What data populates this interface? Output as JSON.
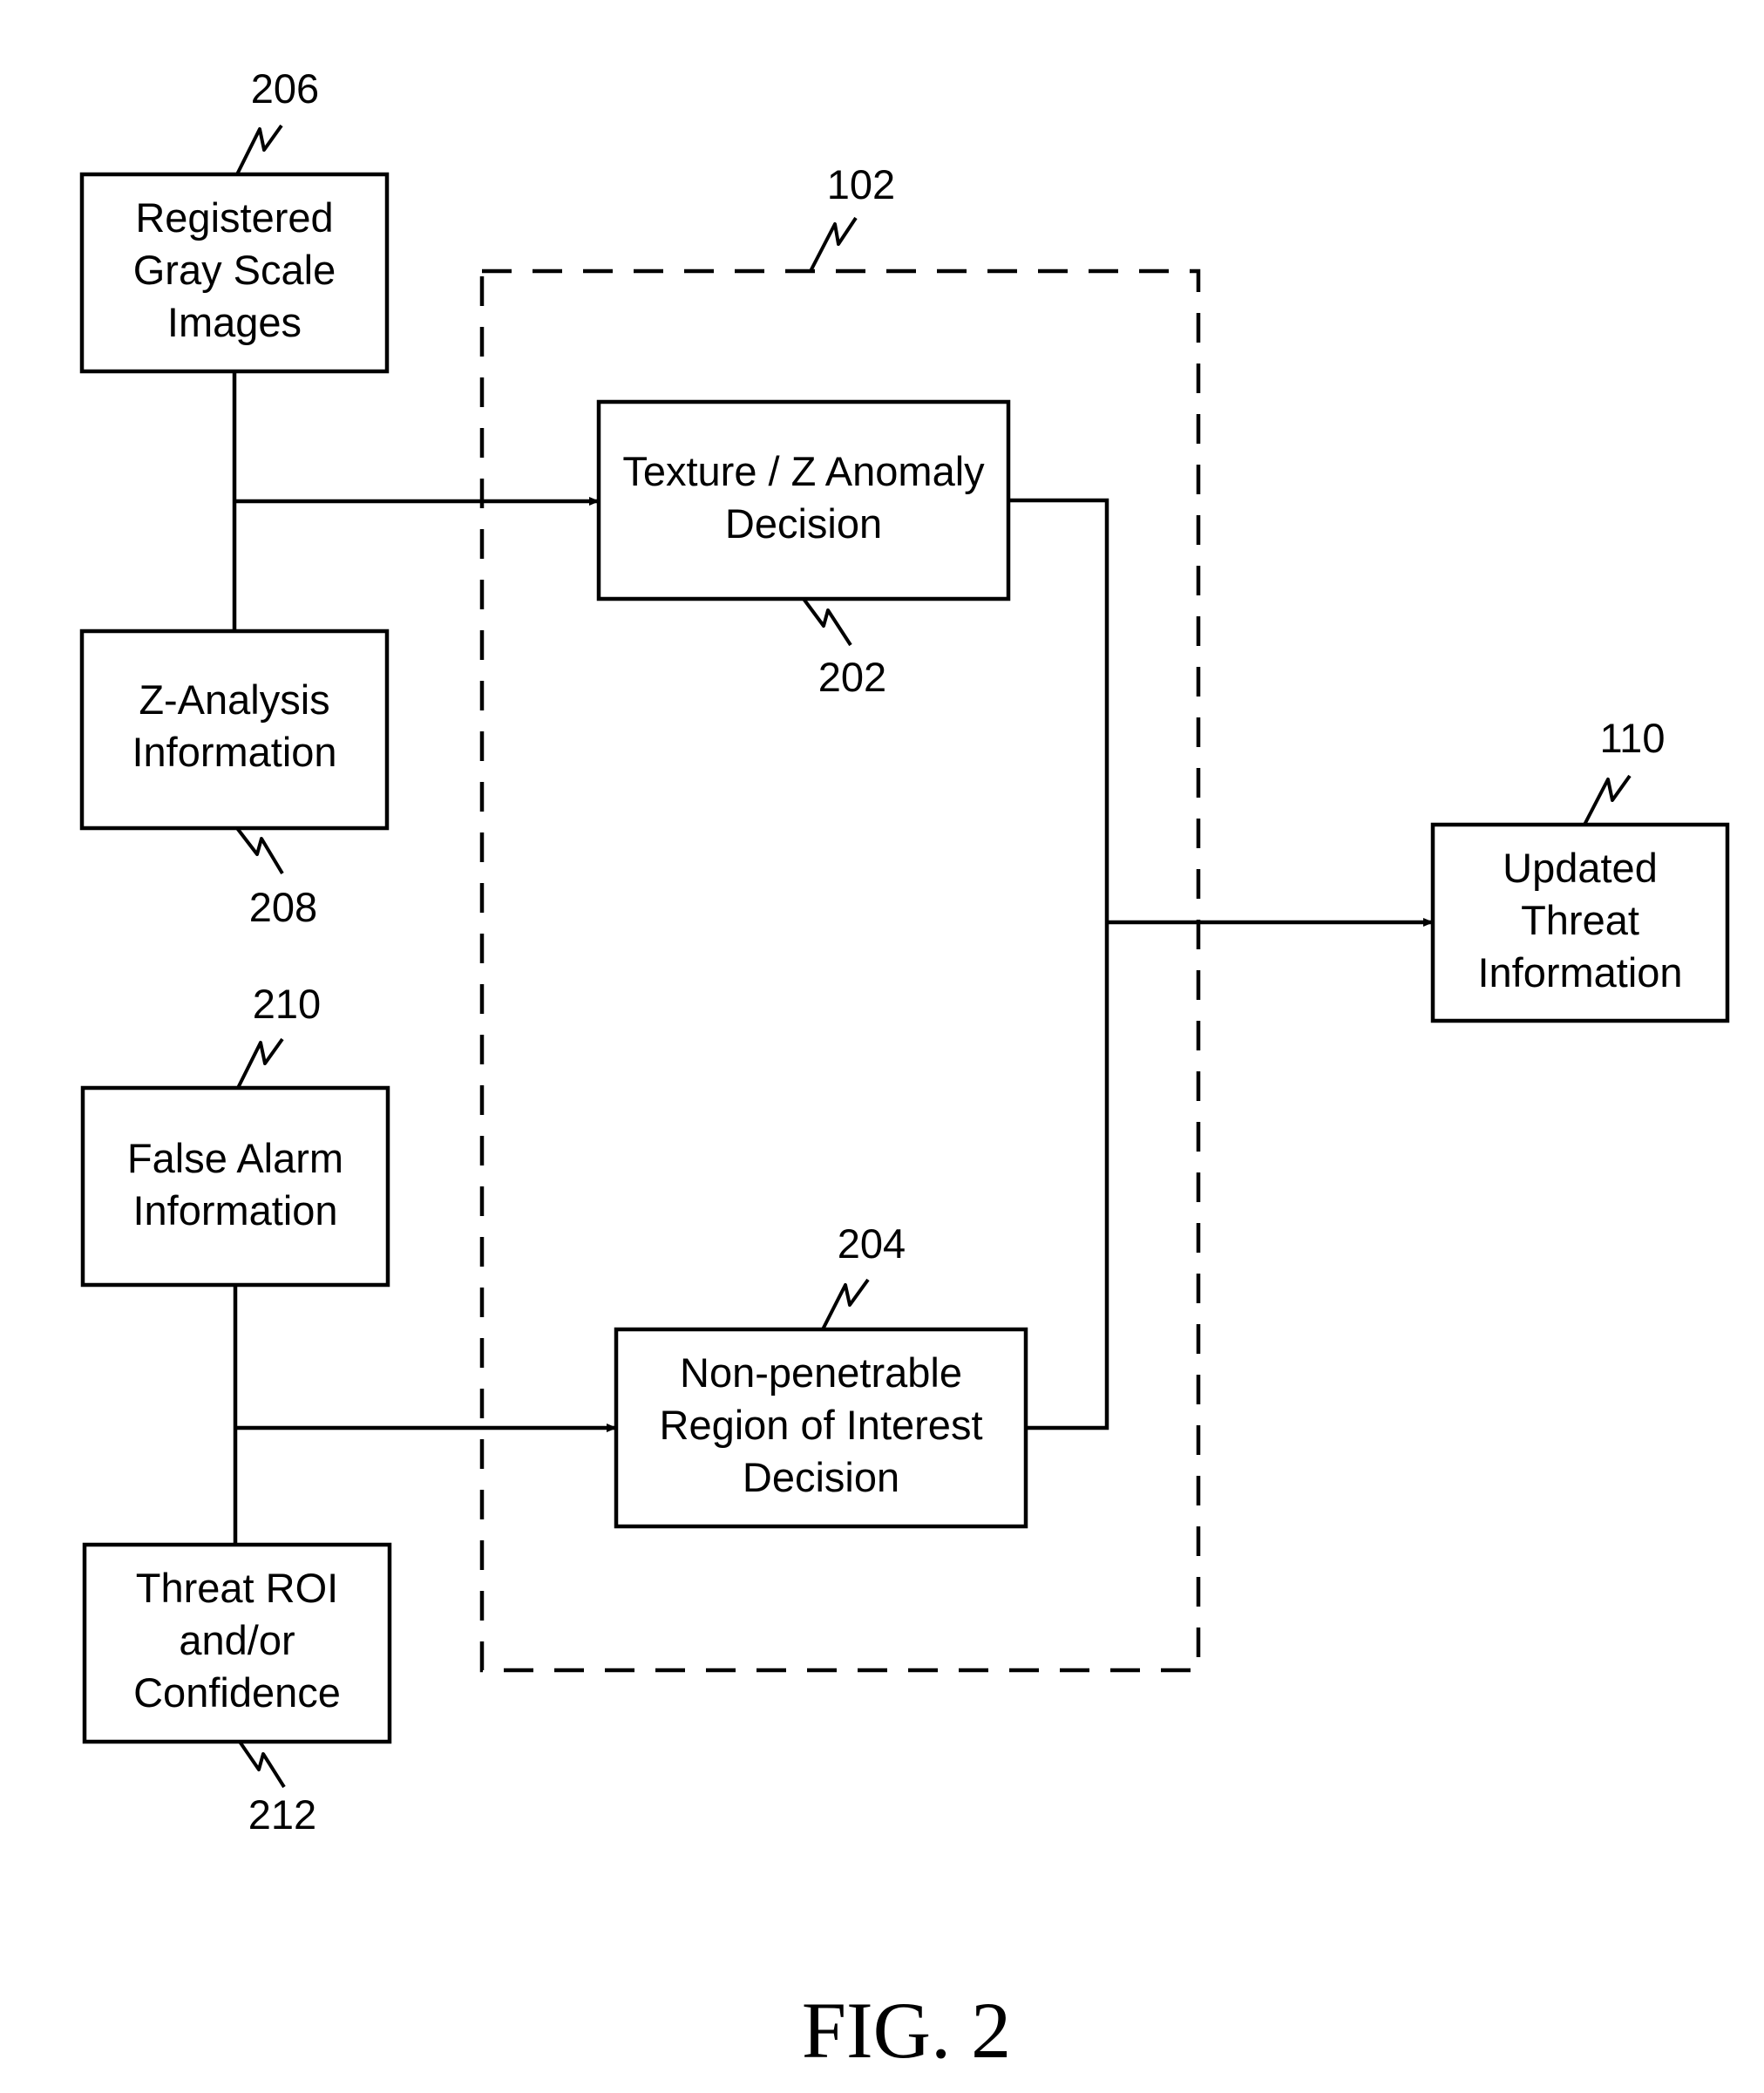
{
  "boxes": {
    "gray_scale": {
      "ref": "206",
      "lines": [
        "Registered",
        "Gray Scale",
        "Images"
      ]
    },
    "z_analysis": {
      "ref": "208",
      "lines": [
        "Z-Analysis",
        "Information"
      ]
    },
    "false_alarm": {
      "ref": "210",
      "lines": [
        "False Alarm",
        "Information"
      ]
    },
    "threat_roi": {
      "ref": "212",
      "lines": [
        "Threat ROI",
        "and/or",
        "Confidence"
      ]
    },
    "texture": {
      "ref": "202",
      "lines": [
        "Texture / Z Anomaly",
        "Decision"
      ]
    },
    "non_penetrable": {
      "ref": "204",
      "lines": [
        "Non-penetrable",
        "Region of Interest",
        "Decision"
      ]
    },
    "updated_threat": {
      "ref": "110",
      "lines": [
        "Updated",
        "Threat",
        "Information"
      ]
    }
  },
  "group": {
    "ref": "102"
  },
  "figure_label": "FIG. 2"
}
